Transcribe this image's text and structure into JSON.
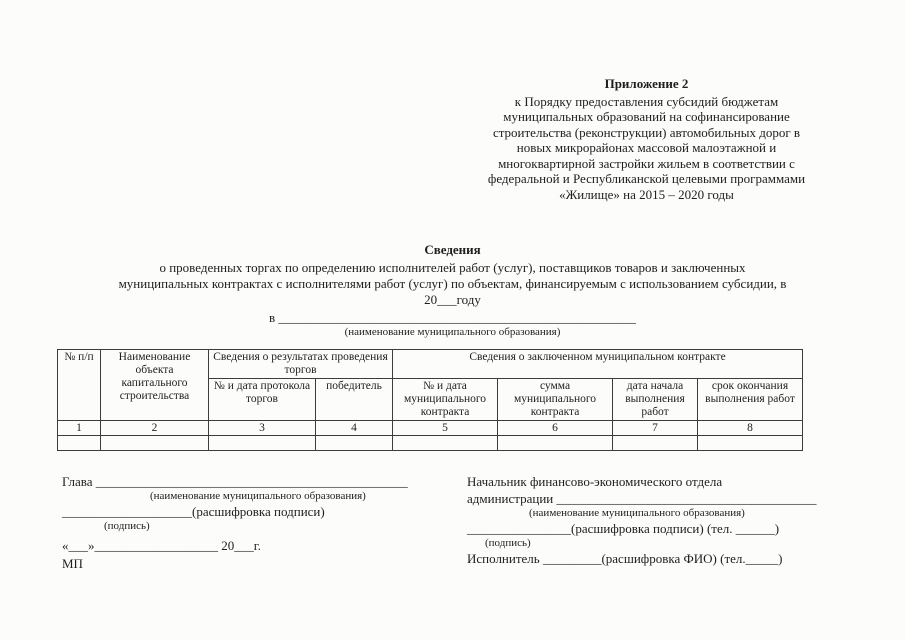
{
  "appendix": {
    "number": "Приложение 2",
    "lines": [
      "к Порядку предоставления субсидий  бюджетам",
      "муниципальных образований на софинансирование",
      "строительства (реконструкции)  автомобильных дорог в",
      "новых микрорайонах массовой малоэтажной и",
      "многоквартирной застройки жильем в соответствии с",
      "федеральной и Республиканской целевыми программами",
      "«Жилище» на 2015 – 2020 годы"
    ]
  },
  "title_block": {
    "heading": "Сведения",
    "line1": "о проведенных торгах по определению исполнителей работ (услуг), поставщиков товаров и заключенных",
    "line2": "муниципальных контрактах с исполнителями работ (услуг) по объектам, финансируемым с использованием субсидии, в",
    "year_line": "20___году",
    "in_line": "в _______________________________________________________",
    "municipality_caption": "(наименование муниципального образования)"
  },
  "table": {
    "col_num": "№ п/п",
    "col_object": "Наименование объекта капитального строительства",
    "group_tenders": "Сведения о результатах проведения торгов",
    "group_contract": "Сведения о заключенном муниципальном контракте",
    "sub_headers": [
      "№ и дата протокола торгов",
      "победитель",
      "№ и дата муниципального контракта",
      "сумма муниципального контракта",
      "дата начала выполнения работ",
      "срок окончания выполнения работ"
    ],
    "numbers": [
      "1",
      "2",
      "3",
      "4",
      "5",
      "6",
      "7",
      "8"
    ]
  },
  "footer_left": {
    "glava_line": "Глава ________________________________________________",
    "municipality_caption": "(наименование муниципального образования)",
    "decode_line": "____________________(расшифровка подписи)",
    "signature_caption": "(подпись)",
    "date_line": "«___»___________________ 20___г.",
    "mp": "МП"
  },
  "footer_right": {
    "line1": "Начальник финансово-экономического отдела",
    "line2": "администрации ________________________________________",
    "municipality_caption": "(наименование муниципального образования)",
    "decode_line": "________________(расшифровка подписи) (тел. ______)",
    "signature_caption": "(подпись)",
    "executor_line": "Исполнитель _________(расшифровка ФИО) (тел._____)"
  }
}
